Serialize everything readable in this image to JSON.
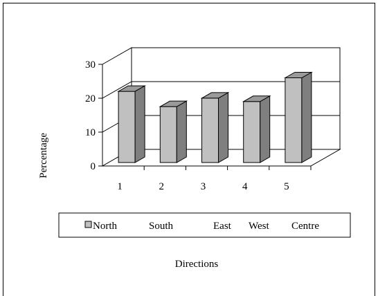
{
  "chart_data": {
    "type": "bar",
    "categories": [
      "1",
      "2",
      "3",
      "4",
      "5"
    ],
    "values": [
      21,
      16.5,
      19,
      18,
      25
    ],
    "xlabel": "Directions",
    "ylabel": "Percentage",
    "ylim": [
      0,
      30
    ],
    "yticks": [
      "0",
      "10",
      "20",
      "30"
    ],
    "legend": {
      "placement": "bottom",
      "entries": [
        "North",
        "South",
        "East",
        "West",
        "Centre"
      ]
    },
    "grid": true,
    "bar_colors": {
      "front": "#c0c0c0",
      "side": "#7f7f7f",
      "top": "#9a9a9a"
    }
  }
}
